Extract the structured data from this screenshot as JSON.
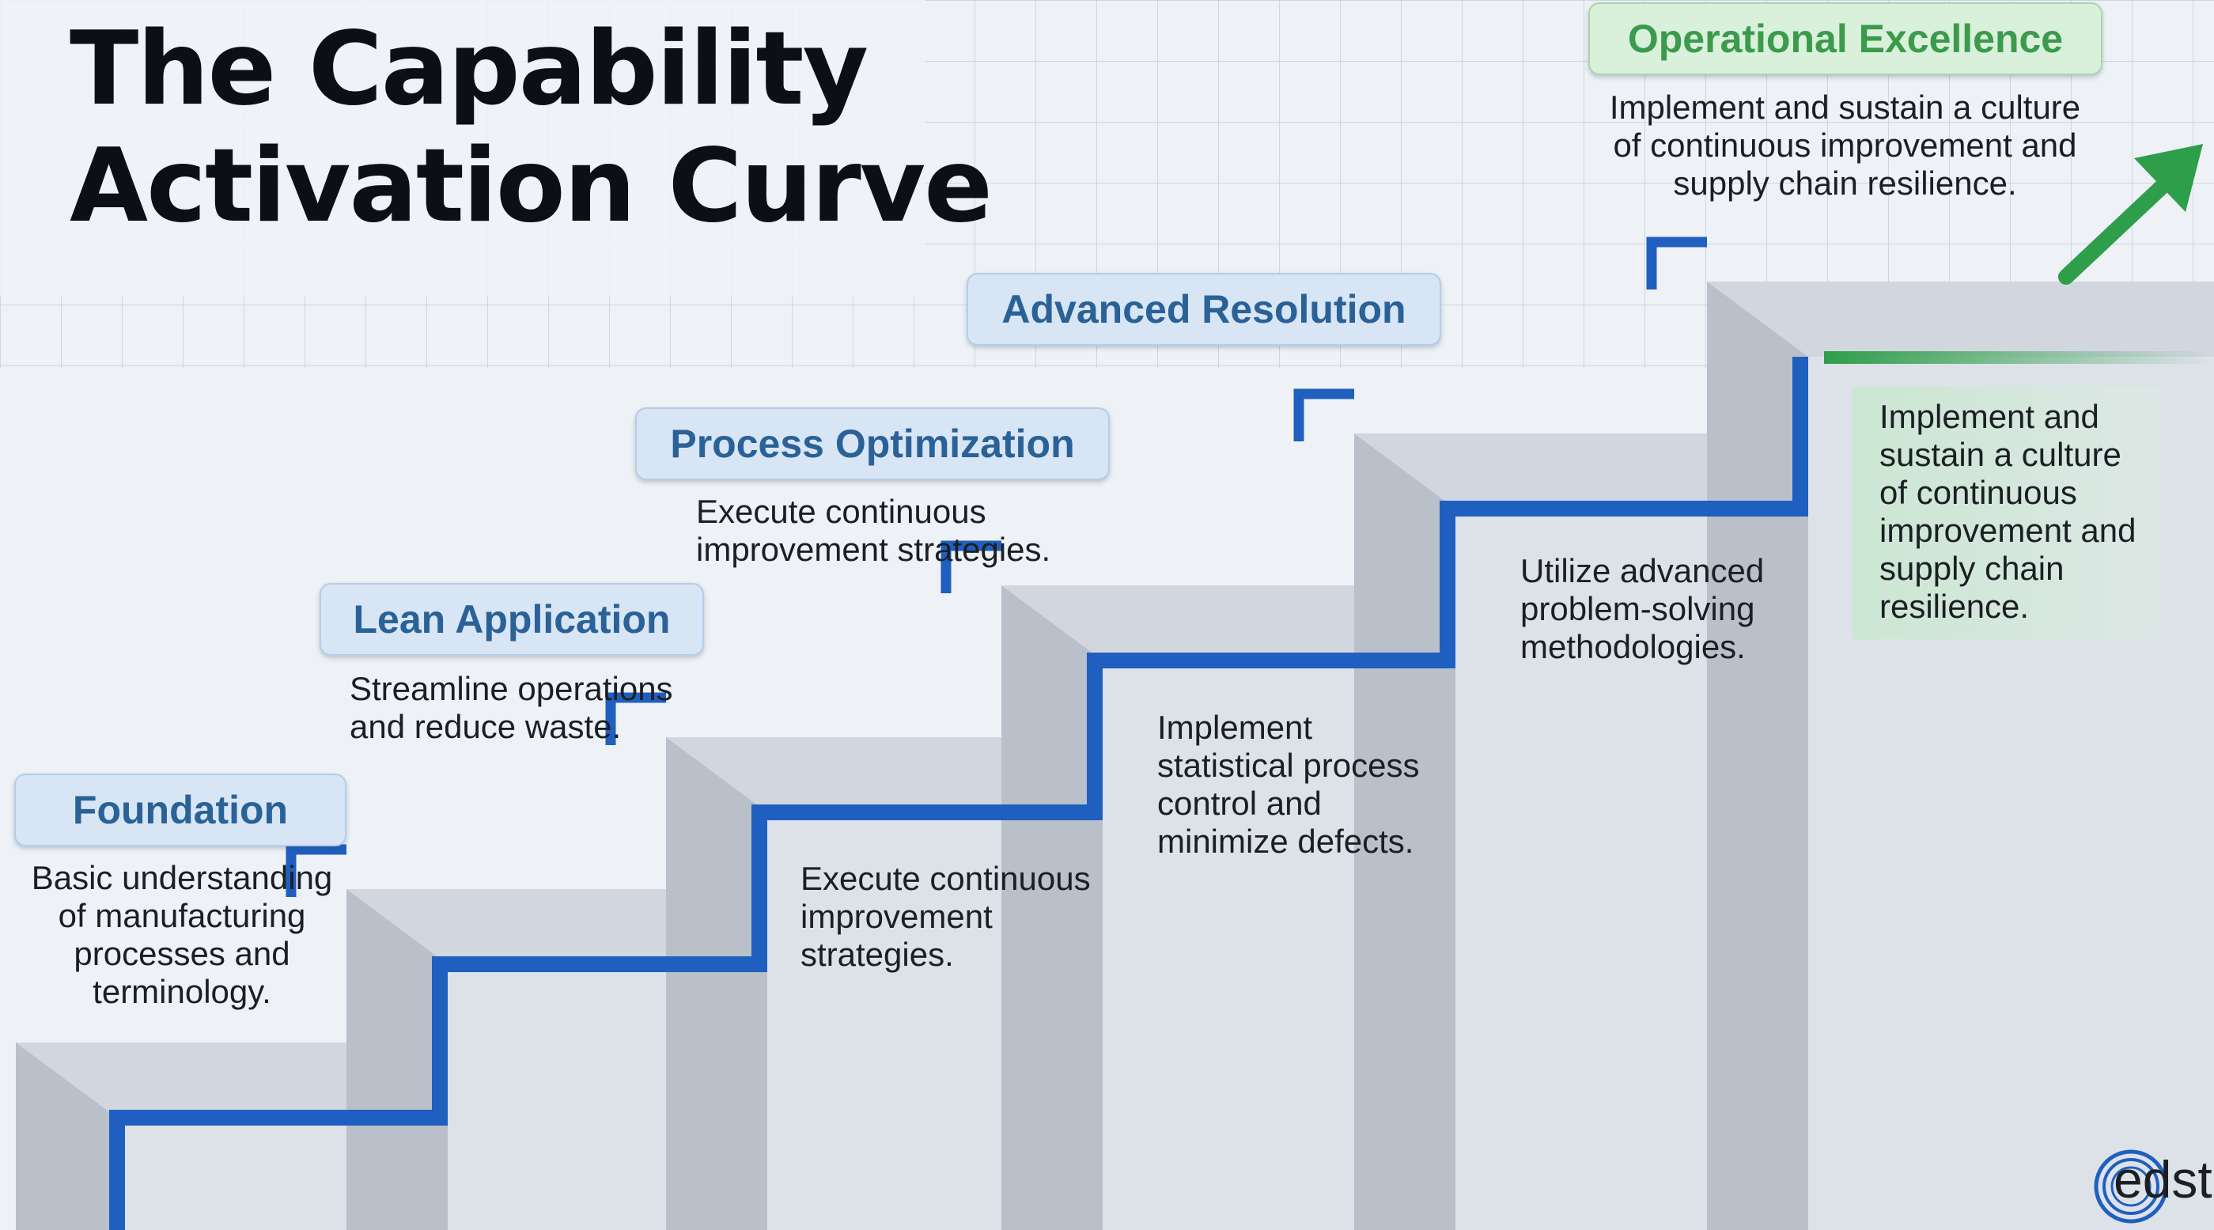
{
  "title": {
    "line1": "The Capability",
    "line2": "Activation Curve"
  },
  "stages": [
    {
      "label": "Foundation",
      "description": [
        "Basic understanding",
        "of manufacturing",
        "processes and",
        "terminology."
      ]
    },
    {
      "label": "Lean Application",
      "description": [
        "Streamline operations",
        "and reduce waste."
      ]
    },
    {
      "label": "Process Optimization",
      "description": [
        "Execute continuous",
        "improvement strategies."
      ]
    },
    {
      "label": "Advanced Resolution",
      "description": []
    },
    {
      "label": "Operational Excellence",
      "description": [
        "Implement and sustain a culture",
        "of continuous improvement and",
        "supply chain resilience."
      ]
    }
  ],
  "step_descriptions": [
    [
      "Execute continuous",
      "improvement",
      "strategies."
    ],
    [
      "Implement",
      "statistical process",
      "control and",
      "minimize defects."
    ],
    [
      "Utilize advanced",
      "problem-solving",
      "methodologies."
    ],
    [
      "Implement and",
      "sustain a culture",
      "of continuous",
      "improvement and",
      "supply chain",
      "resilience."
    ]
  ],
  "colors": {
    "blue_line": "#1f5fbf",
    "green_accent": "#2e9e4a",
    "label_blue_bg": "#d7e5f5",
    "label_green_bg": "#d9f0db"
  },
  "logo": {
    "text": "edstellar"
  }
}
